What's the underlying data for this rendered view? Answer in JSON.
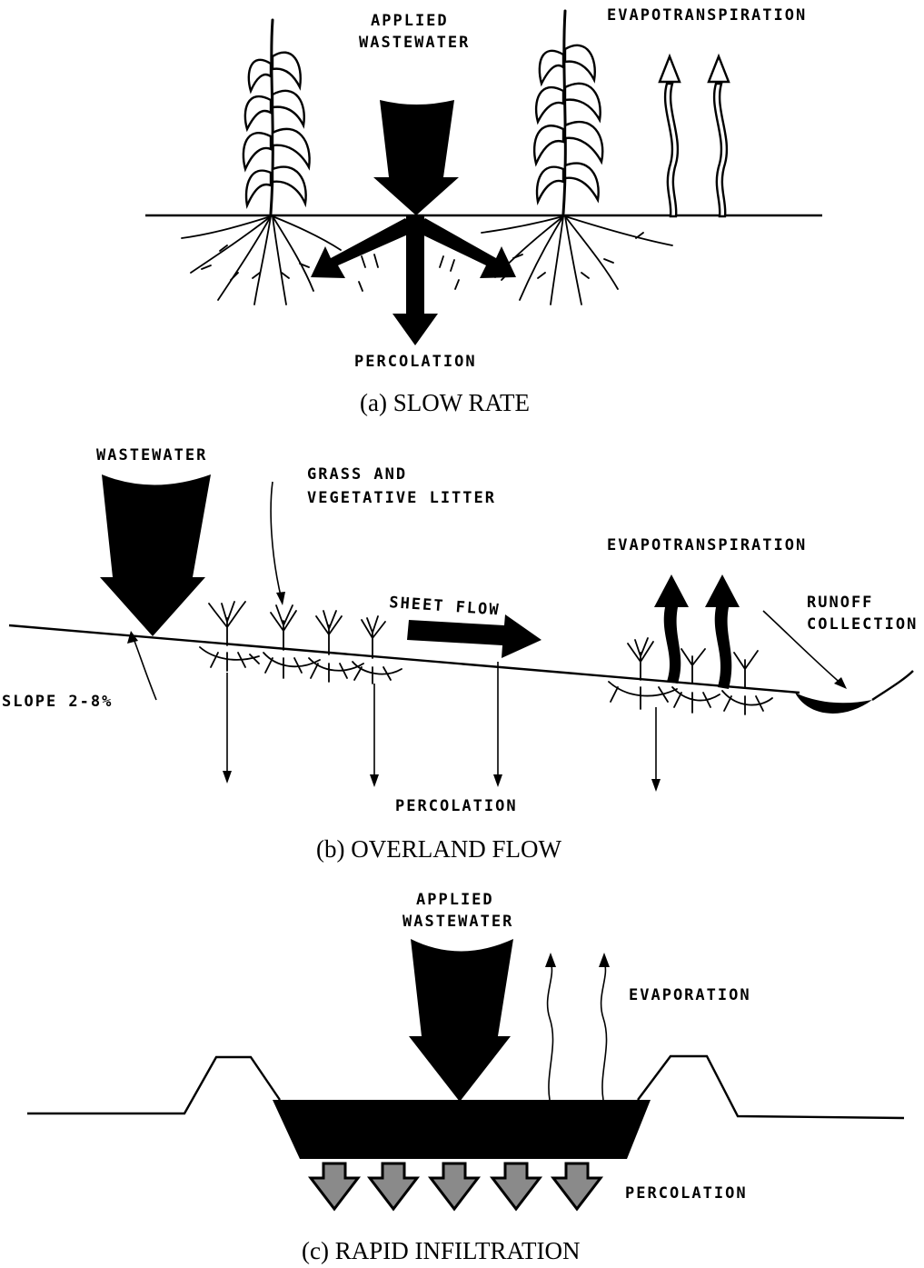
{
  "panels": {
    "slow_rate": {
      "caption": "(a) SLOW RATE",
      "applied_wastewater_line1": "APPLIED",
      "applied_wastewater_line2": "WASTEWATER",
      "evapotranspiration": "EVAPOTRANSPIRATION",
      "percolation": "PERCOLATION"
    },
    "overland_flow": {
      "caption": "(b) OVERLAND FLOW",
      "wastewater": "WASTEWATER",
      "grass_line1": "GRASS AND",
      "grass_line2": "VEGETATIVE LITTER",
      "sheet_flow": "SHEET FLOW",
      "evapotranspiration": "EVAPOTRANSPIRATION",
      "runoff_line1": "RUNOFF",
      "runoff_line2": "COLLECTION",
      "slope": "SLOPE 2-8%",
      "percolation": "PERCOLATION"
    },
    "rapid_infiltration": {
      "caption": "(c) RAPID INFILTRATION",
      "applied_wastewater_line1": "APPLIED",
      "applied_wastewater_line2": "WASTEWATER",
      "evaporation": "EVAPORATION",
      "percolation": "PERCOLATION"
    }
  }
}
